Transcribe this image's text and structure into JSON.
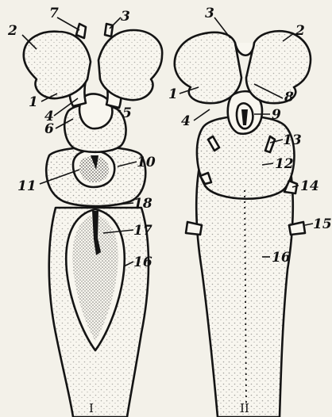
{
  "figure": {
    "view_labels": [
      "I",
      "II"
    ],
    "callouts": {
      "left": [
        "7",
        "3",
        "2",
        "1",
        "4",
        "5",
        "6",
        "10",
        "11",
        "18",
        "17",
        "16"
      ],
      "right": [
        "3",
        "2",
        "1",
        "8",
        "4",
        "9",
        "13",
        "12",
        "14",
        "15",
        "16"
      ]
    }
  },
  "colors": {
    "ink": "#141414",
    "paper": "#f3f1e9"
  }
}
